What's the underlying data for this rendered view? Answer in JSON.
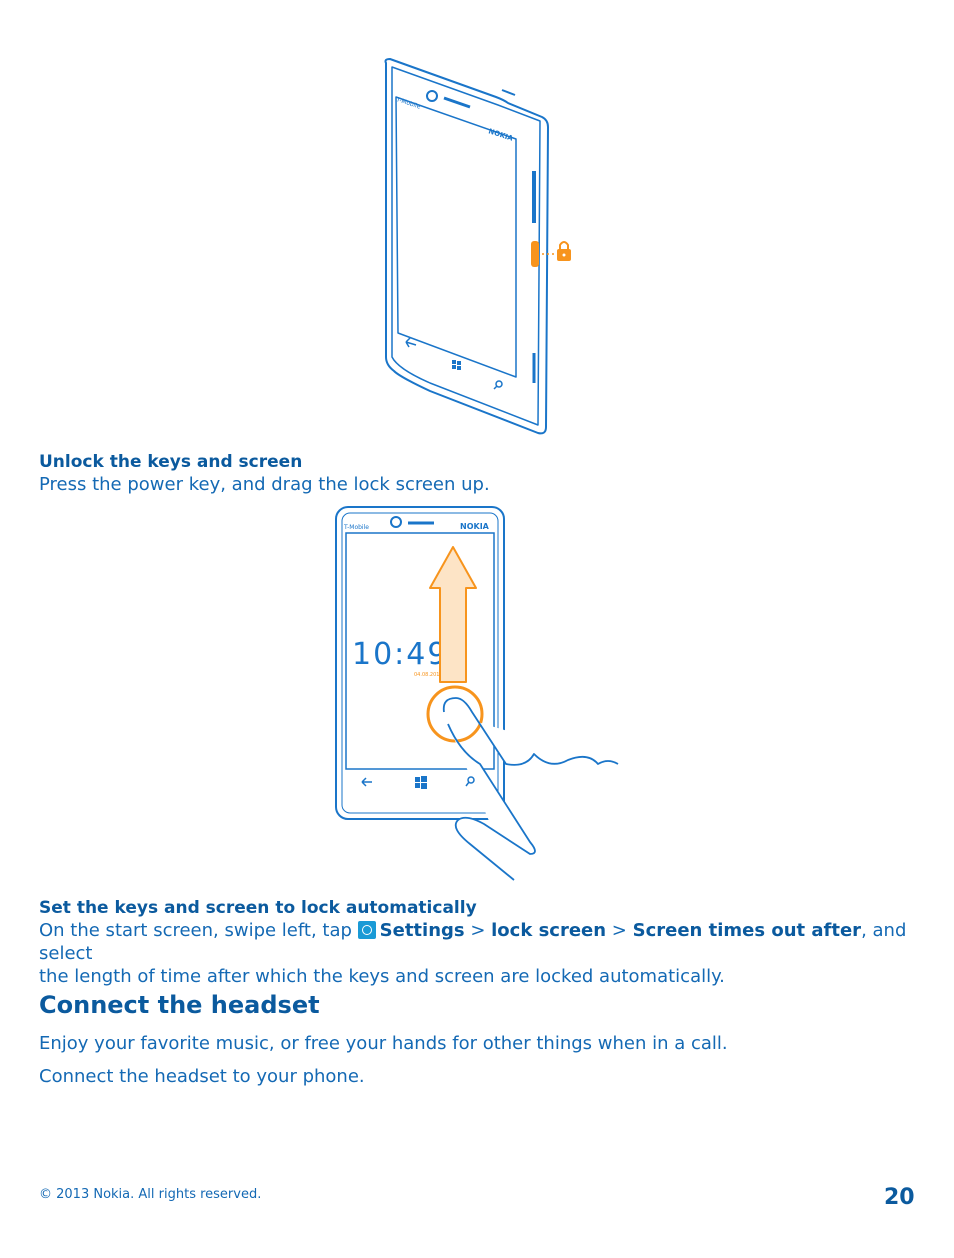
{
  "phone1": {
    "carrier": "T-Mobile",
    "brand": "NOKIA"
  },
  "section1": {
    "heading": "Unlock the keys and screen",
    "text": "Press the power key, and drag the lock screen up."
  },
  "phone2": {
    "carrier": "T-Mobile",
    "brand": "NOKIA",
    "time": "10:49",
    "date": "04.08.2012"
  },
  "section2": {
    "heading": "Set the keys and screen to lock automatically",
    "text_prefix": "On the start screen, swipe left, tap ",
    "settings": "Settings",
    "sep1": " > ",
    "lock_screen": "lock screen",
    "sep2": " > ",
    "screen_times_out": "Screen times out after",
    "text_suffix": ", and select",
    "text_line2": "the length of time after which the keys and screen are locked automatically."
  },
  "section3": {
    "heading": "Connect the headset",
    "para1": "Enjoy your favorite music, or free your hands for other things when in a call.",
    "para2": "Connect the headset to your phone."
  },
  "footer": {
    "copyright": "© 2013 Nokia. All rights reserved.",
    "page": "20"
  },
  "icons": [
    "lock-icon",
    "settings-gear-icon",
    "back-icon",
    "windows-icon",
    "search-icon"
  ],
  "colors": {
    "primary": "#1469b4",
    "accent": "#f7941d",
    "line": "#1a75c9"
  }
}
